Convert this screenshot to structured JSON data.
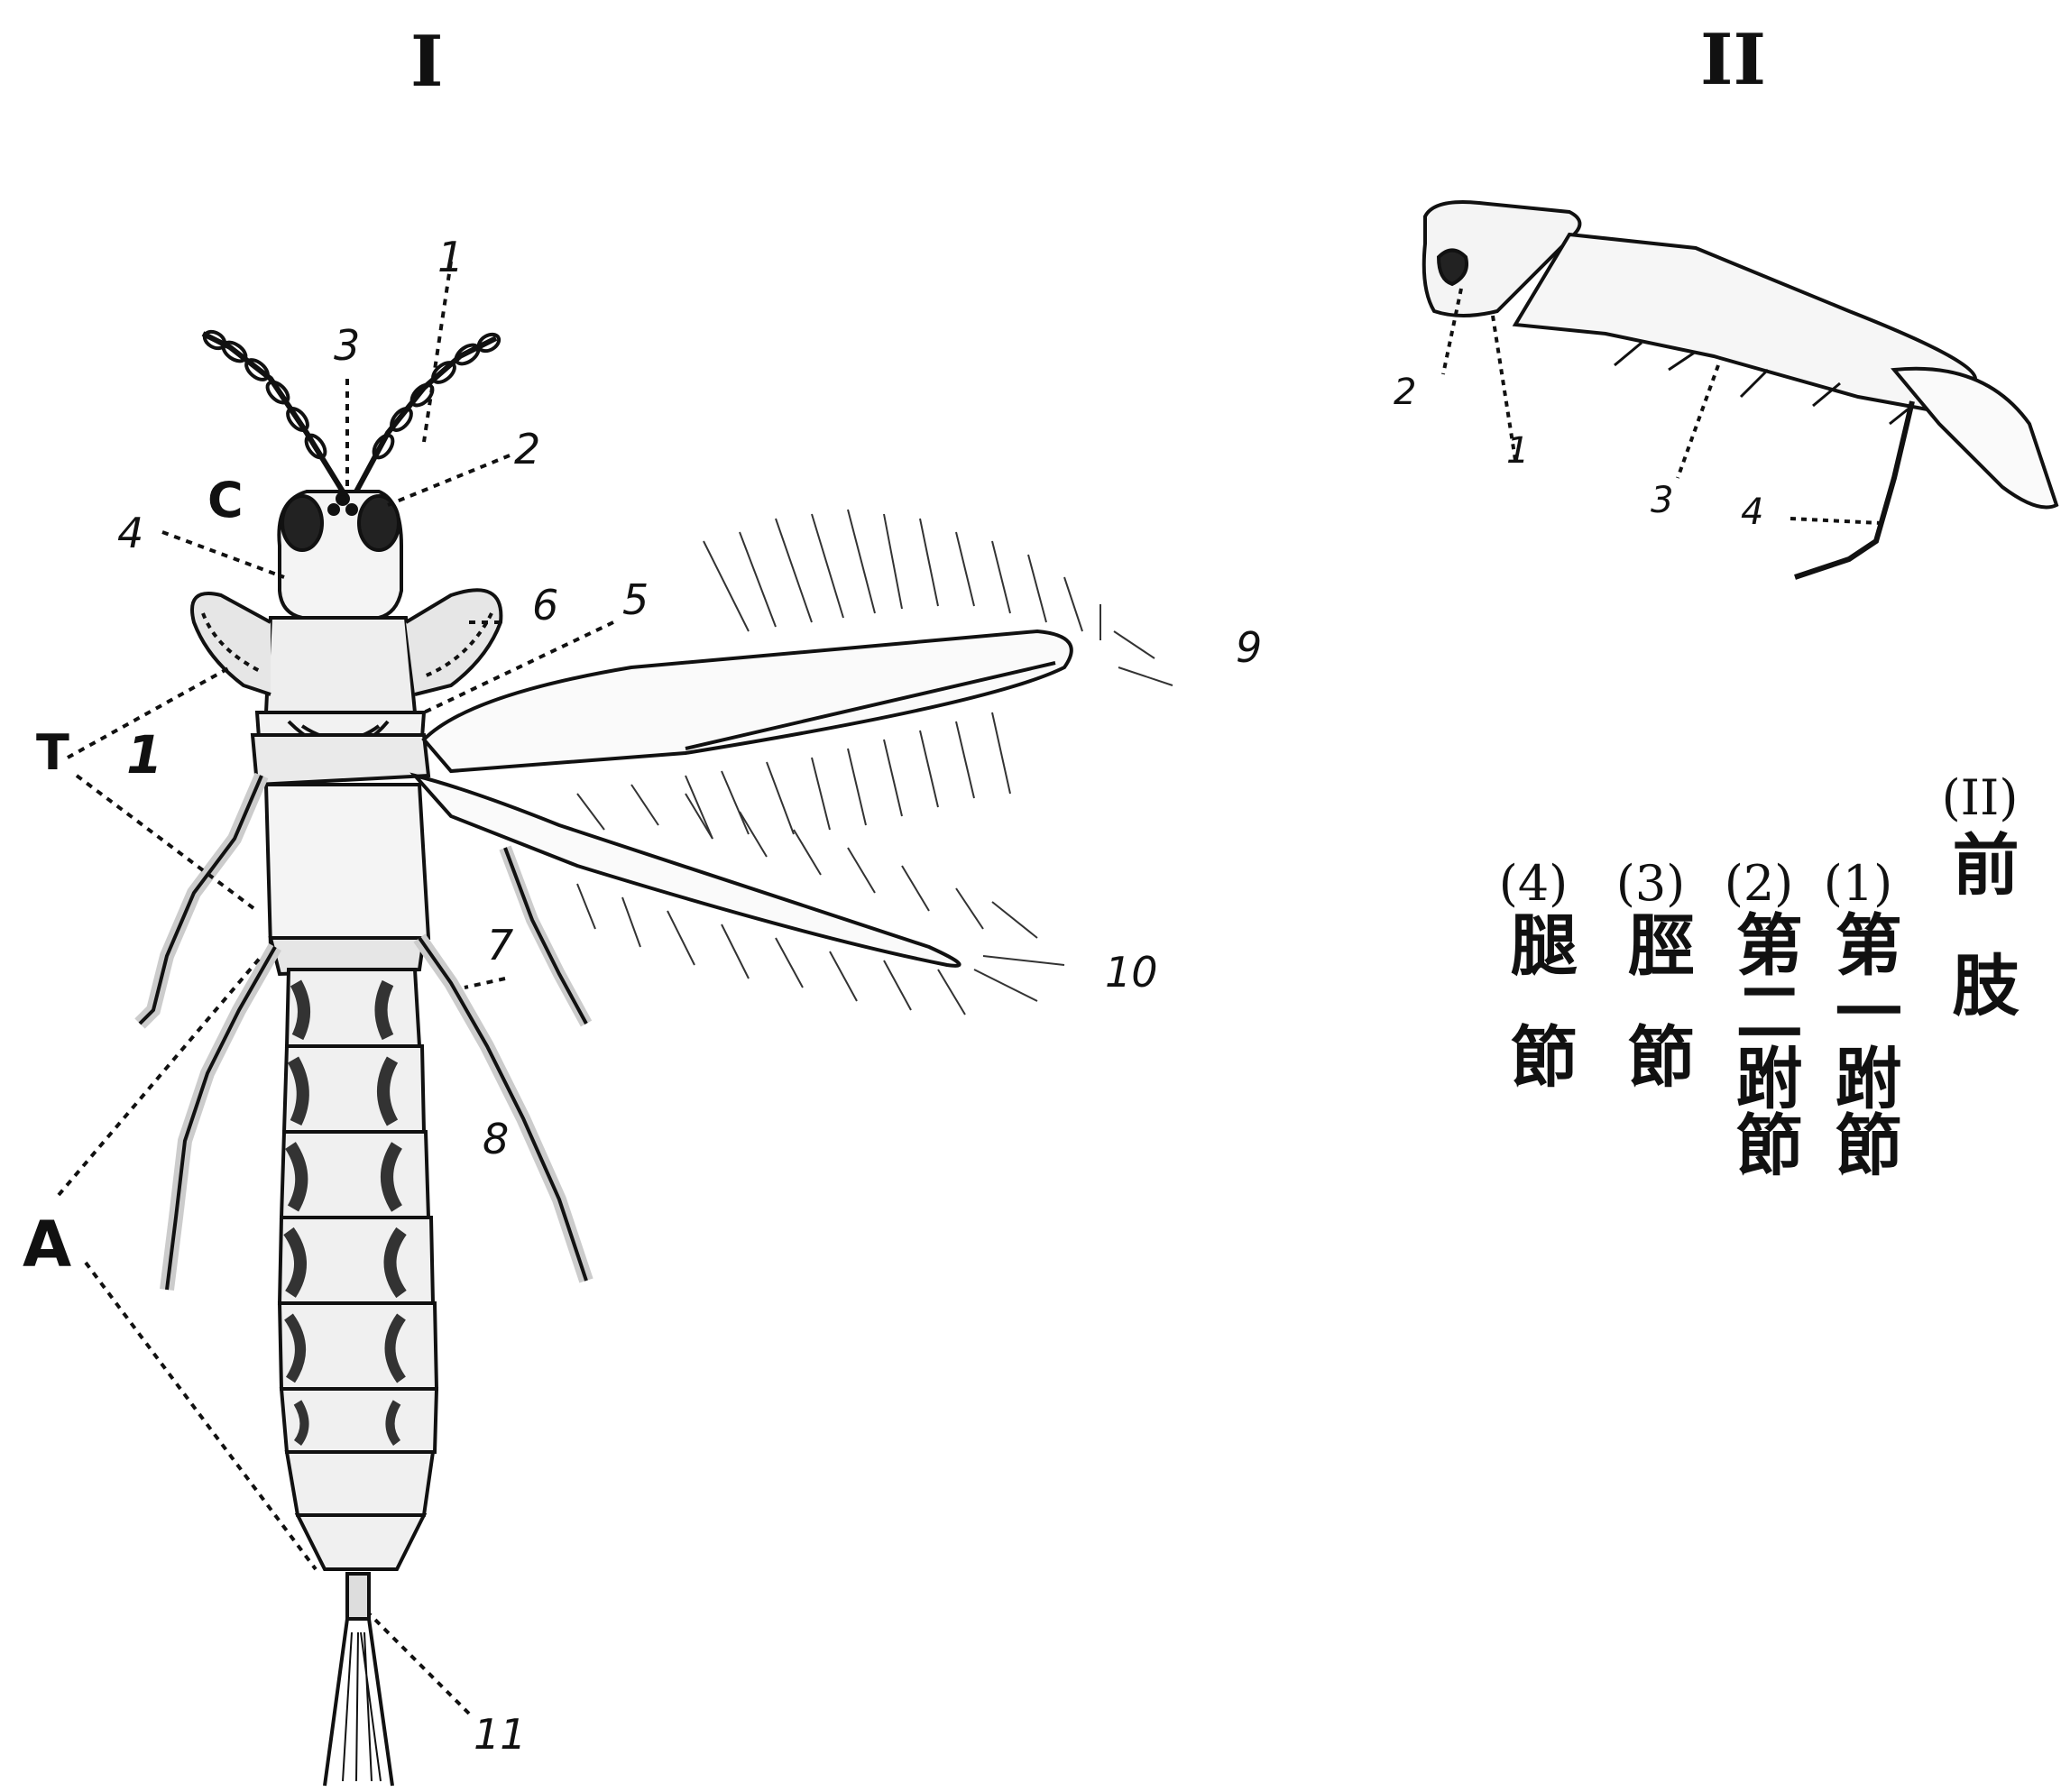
{
  "figure_I": {
    "title": "I",
    "labels": {
      "l1": "1",
      "l2": "2",
      "l3": "3",
      "l4": "4",
      "l5": "5",
      "l6": "6",
      "l7": "7",
      "l8": "8",
      "l9": "9",
      "l10": "10",
      "l11": "11",
      "C": "C",
      "T": "T",
      "A": "A",
      "roman1": "1"
    }
  },
  "figure_II": {
    "title": "II",
    "labels": {
      "l1": "1",
      "l2": "2",
      "l3": "3",
      "l4": "4"
    }
  },
  "legend": {
    "heading_num": "(II)",
    "heading_text": "前肢",
    "items": [
      {
        "num": "(1)",
        "text": "第一跗節"
      },
      {
        "num": "(2)",
        "text": "第二跗節"
      },
      {
        "num": "(3)",
        "text": "脛節"
      },
      {
        "num": "(4)",
        "text": "腿節"
      }
    ]
  }
}
